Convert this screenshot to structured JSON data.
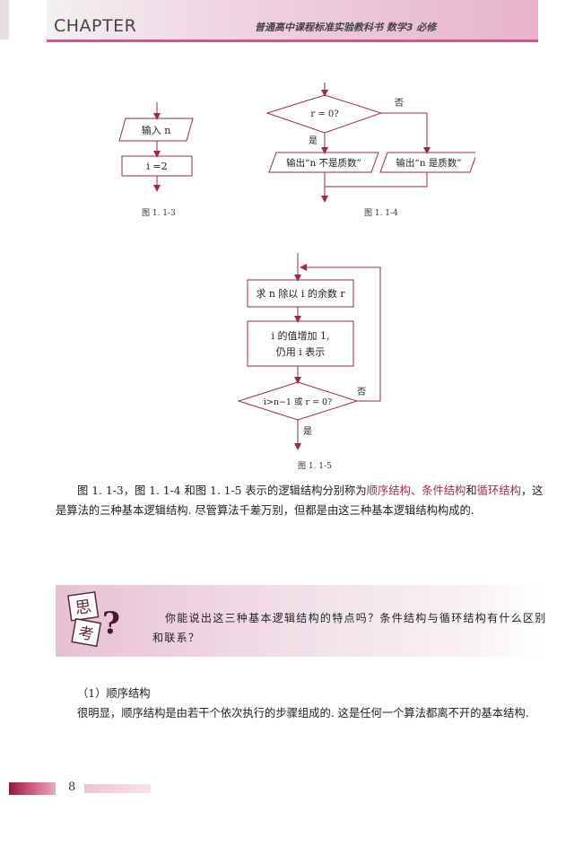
{
  "header": {
    "chapter": "CHAPTER",
    "book_title": "普通高中课程标准实验教科书  数学3  必修"
  },
  "fig_1_1_3": {
    "caption": "图 1. 1-3",
    "input_label": "输入 n",
    "assign_label": "i =2"
  },
  "fig_1_1_4": {
    "caption": "图 1. 1-4",
    "condition": "r = 0?",
    "yes": "是",
    "no": "否",
    "output_not_prime": "输出“n 不是质数”",
    "output_prime": "输出“n 是质数”"
  },
  "fig_1_1_5": {
    "caption": "图 1. 1-5",
    "step1": "求 n 除以 i 的余数 r",
    "step2_line1": "i 的值增加 1,",
    "step2_line2": "仍用 i 表示",
    "condition": "i>n−1 或 r = 0?",
    "yes": "是",
    "no": "否"
  },
  "paragraph1": {
    "p1": "图 1. 1-3，图 1. 1-4 和图 1. 1-5 表示的逻辑结构分别称为",
    "term1": "顺序结构",
    "sep1": "、",
    "term2": "条件结构",
    "sep2": "和",
    "term3": "循环结构",
    "p2": "，这是算法的三种基本逻辑结构. 尽管算法千差万别，但都是由这三种基本逻辑结构构成的."
  },
  "think_box": {
    "badge_top": "思",
    "badge_bottom": "考",
    "question": "你能说出这三种基本逻辑结构的特点吗？条件结构与循环结构有什么区别和联系？"
  },
  "section1": {
    "heading": "（1）顺序结构",
    "body": "很明显，顺序结构是由若干个依次执行的步骤组成的. 这是任何一个算法都离不开的基本结构."
  },
  "footer": {
    "page_number": "8"
  },
  "colors": {
    "flow_line": "#9a2b4a",
    "highlight": "#9e2d4e"
  }
}
